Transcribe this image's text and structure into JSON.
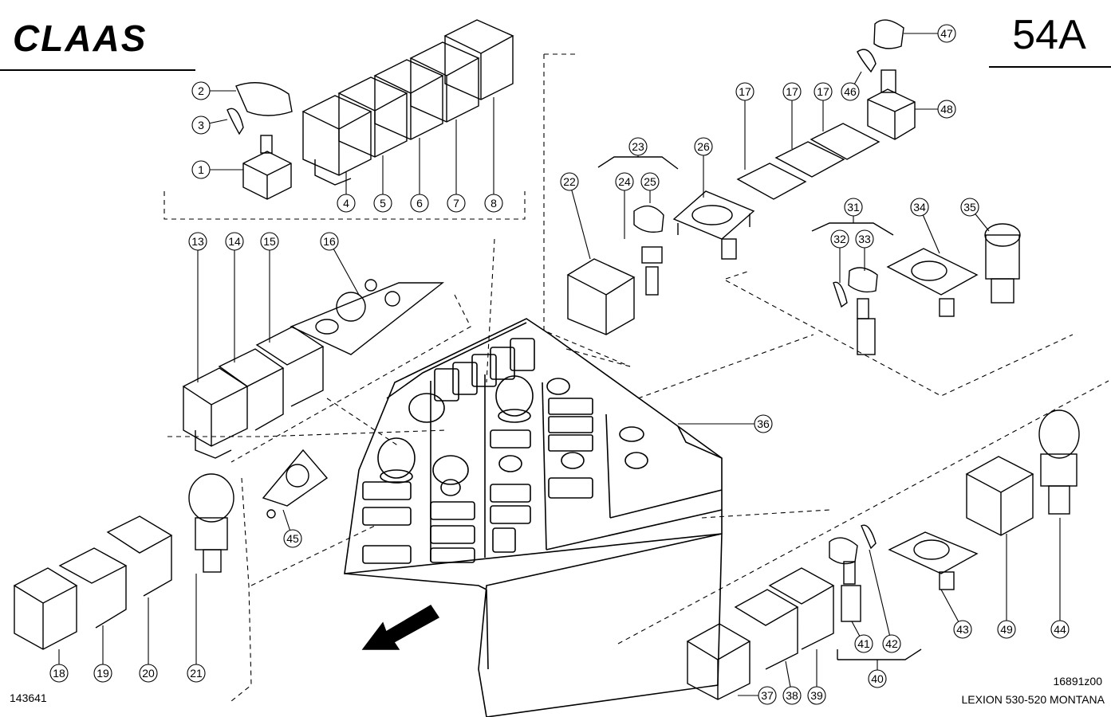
{
  "header": {
    "brand": "CLAAS",
    "page_number": "54A"
  },
  "footer": {
    "document_number": "143641",
    "drawing_number": "16891z00",
    "model": "LEXION 530-520 MONTANA"
  },
  "callouts": [
    "1",
    "2",
    "3",
    "4",
    "5",
    "6",
    "7",
    "8",
    "13",
    "14",
    "15",
    "16",
    "17",
    "17",
    "17",
    "18",
    "19",
    "20",
    "21",
    "22",
    "23",
    "24",
    "25",
    "26",
    "31",
    "32",
    "33",
    "34",
    "35",
    "36",
    "37",
    "38",
    "39",
    "40",
    "41",
    "42",
    "43",
    "44",
    "45",
    "46",
    "47",
    "48",
    "49"
  ],
  "icons": {
    "logo": "claas-logo",
    "direction": "direction-arrow-icon"
  }
}
